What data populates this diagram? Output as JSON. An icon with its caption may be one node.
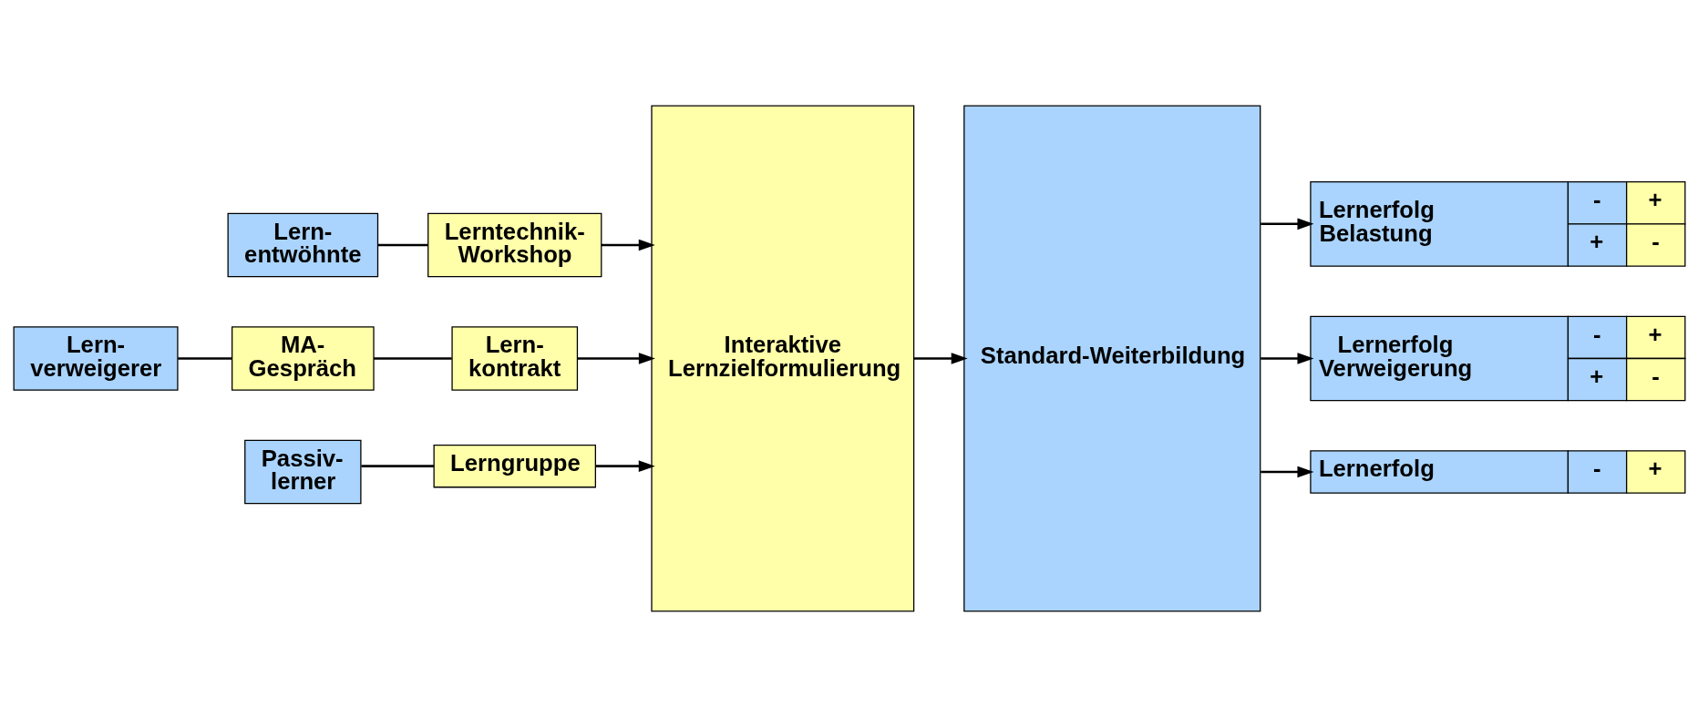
{
  "diagram": {
    "nodes": [
      {
        "text": [
          "Lern- entwöhnte"
        ]
      },
      {
        "text": [
          "Lerntechnik- Workshop"
        ]
      },
      {
        "text": [
          "Lern- verweigerer"
        ]
      },
      {
        "text": [
          "MA- Gespräch"
        ]
      },
      {
        "text": [
          "Lern- kontrakt"
        ]
      },
      {
        "text": [
          "Passiv- lerner"
        ]
      },
      {
        "text": [
          "Lerngruppe"
        ]
      },
      {
        "text": [
          "Interaktive Lernzielformulierung"
        ]
      },
      {
        "text": [
          "Standard-Weiterbildung"
        ]
      },
      {
        "text": [
          "Lernerfolg Belastung",
          "-",
          "+",
          "+",
          "-"
        ]
      },
      {
        "text": [
          "Lernerfolg Verweigerung",
          "-",
          "+",
          "+",
          "-"
        ]
      },
      {
        "text": [
          "Lernerfolg",
          "-",
          "+"
        ]
      }
    ],
    "edges": [
      {
        "from": 0,
        "to": 1,
        "arrow": "none"
      },
      {
        "from": 1,
        "to": 7,
        "arrow": "to"
      },
      {
        "from": 2,
        "to": 3,
        "arrow": "none"
      },
      {
        "from": 3,
        "to": 4,
        "arrow": "none"
      },
      {
        "from": 4,
        "to": 7,
        "arrow": "to"
      },
      {
        "from": 5,
        "to": 6,
        "arrow": "none"
      },
      {
        "from": 6,
        "to": 7,
        "arrow": "to"
      },
      {
        "from": 7,
        "to": 8,
        "arrow": "to"
      },
      {
        "from": 8,
        "to": 9,
        "arrow": "to"
      },
      {
        "from": 8,
        "to": 10,
        "arrow": "to"
      },
      {
        "from": 8,
        "to": 11,
        "arrow": "to"
      }
    ]
  }
}
